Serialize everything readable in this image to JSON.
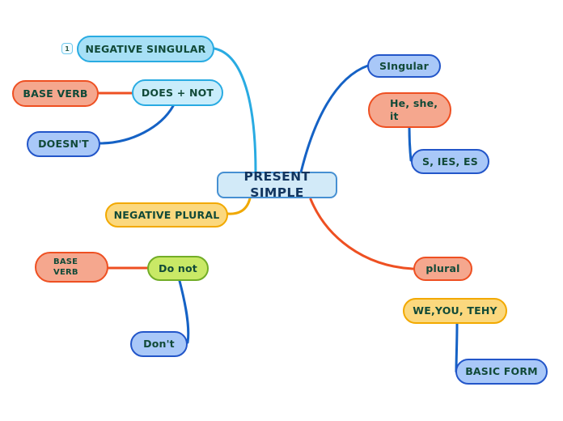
{
  "badge": {
    "label": "1"
  },
  "center": {
    "label": "PRESENT SIMPLE"
  },
  "nodes": {
    "negative_singular": {
      "label": "NEGATIVE SINGULAR"
    },
    "base_verb_singular": {
      "label": "BASE VERB"
    },
    "does_not": {
      "label": "DOES + NOT"
    },
    "doesnt": {
      "label": "DOESN'T"
    },
    "singular": {
      "label": "SIngular"
    },
    "he_she_it": {
      "label": "He, she,\nit"
    },
    "s_ies_es": {
      "label": "S, IES, ES"
    },
    "negative_plural": {
      "label": "NEGATIVE PLURAL"
    },
    "base_verb_plural": {
      "label": "BASE\nVERB"
    },
    "do_not": {
      "label": "Do not"
    },
    "dont": {
      "label": "Don't"
    },
    "plural": {
      "label": "plural"
    },
    "we_you_tehy": {
      "label": "WE,YOU, TEHY"
    },
    "basic_form": {
      "label": "BASIC FORM"
    }
  },
  "colors": {
    "branch_cyan": "#29abe2",
    "branch_blue": "#1562c5",
    "branch_yellow": "#f0a800",
    "branch_orange": "#ee5022",
    "fill_cyan": "#a7e0f6",
    "fill_cyan_light": "#c9edfb",
    "fill_center": "#d2eaf8",
    "border_center": "#4690d2",
    "fill_periwinkle": "#a9c8f8",
    "border_periwinkle": "#2356c9",
    "fill_salmon": "#f5a78e",
    "border_salmon": "#ee5022",
    "fill_yellow": "#fbd87e",
    "border_yellow": "#f2a900",
    "fill_green": "#c9e966",
    "border_green": "#72ad27",
    "text_dark_green": "#114a38",
    "text_navy": "#12355f"
  }
}
